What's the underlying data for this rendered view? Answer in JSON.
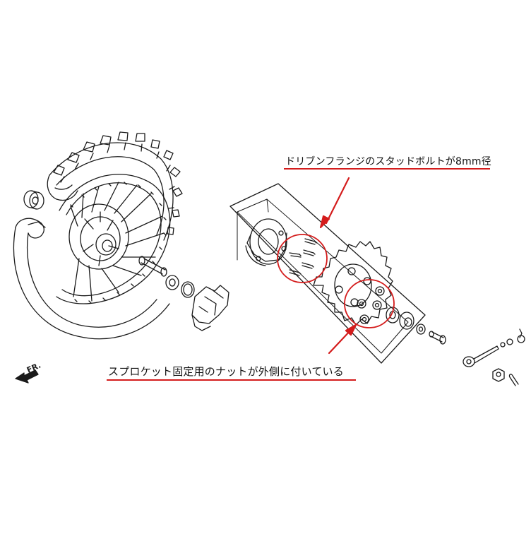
{
  "annotations": {
    "top_label": "ドリブンフランジのスタッドボルトが8mm径",
    "bottom_label": "スプロケット固定用のナットが外側に付いている"
  },
  "direction_marker": "FR.",
  "colors": {
    "highlight_red": "#d41c1c",
    "line_art": "#1a1a1a",
    "background": "#ffffff"
  }
}
